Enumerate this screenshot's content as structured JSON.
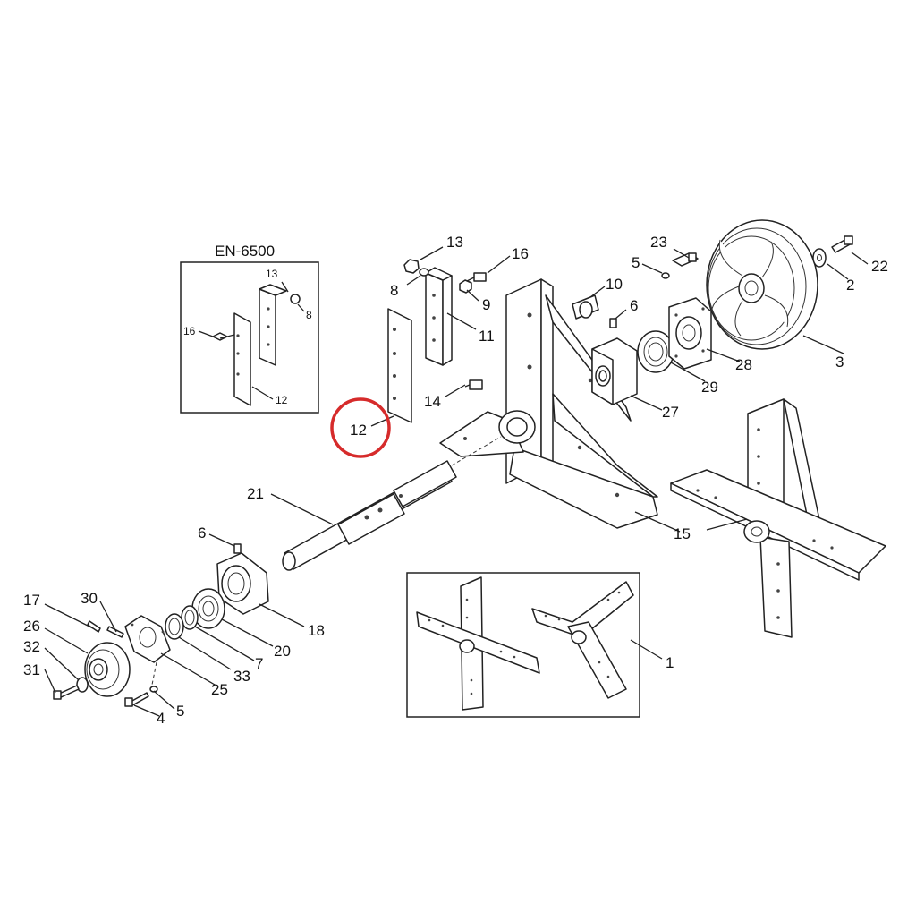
{
  "diagram": {
    "inset_title": "EN-6500",
    "highlight_color": "#d62b2b",
    "inset_labels": [
      "13",
      "8",
      "16",
      "12"
    ],
    "callouts": [
      "1",
      "2",
      "3",
      "4",
      "5",
      "5",
      "6",
      "6",
      "7",
      "8",
      "9",
      "10",
      "11",
      "12",
      "13",
      "14",
      "15",
      "16",
      "17",
      "18",
      "20",
      "21",
      "22",
      "23",
      "25",
      "26",
      "27",
      "28",
      "29",
      "30",
      "31",
      "32",
      "33"
    ],
    "highlighted_callout": "12"
  }
}
